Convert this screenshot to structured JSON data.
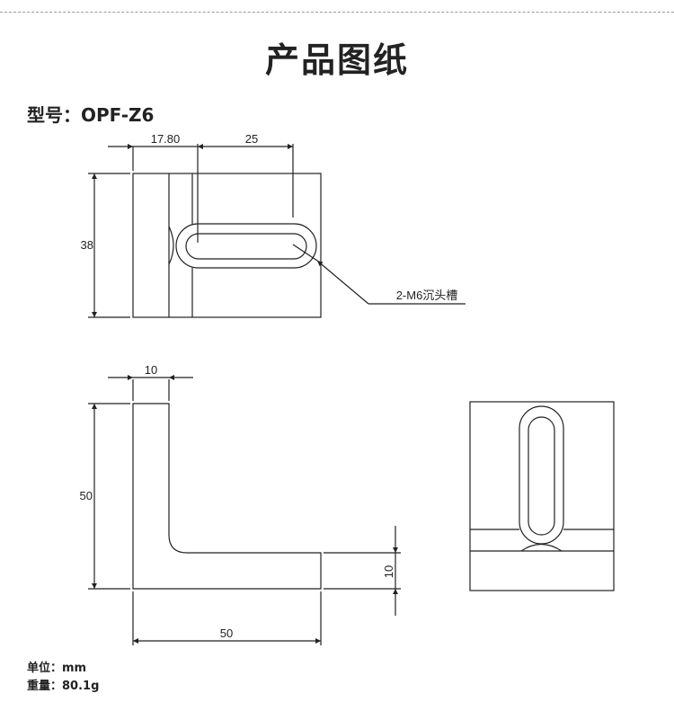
{
  "header": {
    "title": "产品图纸"
  },
  "model": {
    "label": "型号：",
    "value": "OPF-Z6"
  },
  "drawing": {
    "top_view": {
      "dim_offset": "17.80",
      "dim_slot": "25",
      "dim_height": "38",
      "callout": "2-M6沉头槽"
    },
    "side_view": {
      "dim_thickness_top": "10",
      "dim_height": "50",
      "dim_width": "50",
      "dim_thickness_base": "10"
    }
  },
  "footer": {
    "unit": "单位：mm",
    "weight": "重量：80.1g"
  }
}
